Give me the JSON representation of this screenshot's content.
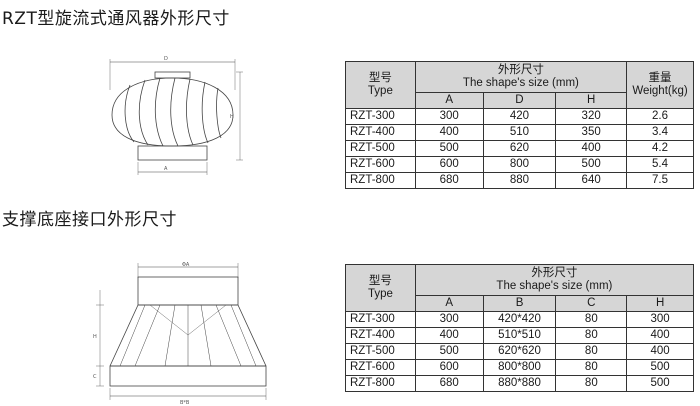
{
  "section1": {
    "title": "RZT型旋流式通风器外形尺寸",
    "table": {
      "type_label_cn": "型号",
      "type_label_en": "Type",
      "size_label_cn": "外形尺寸",
      "size_label_en": "The shape's size (mm)",
      "weight_label_cn": "重量",
      "weight_label_en": "Weight(kg)",
      "columns": [
        "A",
        "D",
        "H"
      ],
      "rows": [
        {
          "type": "RZT-300",
          "a": "300",
          "d": "420",
          "h": "320",
          "w": "2.6"
        },
        {
          "type": "RZT-400",
          "a": "400",
          "d": "510",
          "h": "350",
          "w": "3.4"
        },
        {
          "type": "RZT-500",
          "a": "500",
          "d": "620",
          "h": "400",
          "w": "4.2"
        },
        {
          "type": "RZT-600",
          "a": "600",
          "d": "800",
          "h": "500",
          "w": "5.4"
        },
        {
          "type": "RZT-800",
          "a": "680",
          "d": "880",
          "h": "640",
          "w": "7.5"
        }
      ]
    },
    "drawing_labels": {
      "d": "D",
      "h": "H",
      "a": "A"
    }
  },
  "section2": {
    "title": "支撑底座接口外形尺寸",
    "table": {
      "type_label_cn": "型号",
      "type_label_en": "Type",
      "size_label_cn": "外形尺寸",
      "size_label_en": "The shape's size (mm)",
      "columns": [
        "A",
        "B",
        "C",
        "H"
      ],
      "rows": [
        {
          "type": "RZT-300",
          "a": "300",
          "b": "420*420",
          "c": "80",
          "h": "300"
        },
        {
          "type": "RZT-400",
          "a": "400",
          "b": "510*510",
          "c": "80",
          "h": "400"
        },
        {
          "type": "RZT-500",
          "a": "500",
          "b": "620*620",
          "c": "80",
          "h": "400"
        },
        {
          "type": "RZT-600",
          "a": "600",
          "b": "800*800",
          "c": "80",
          "h": "500"
        },
        {
          "type": "RZT-800",
          "a": "680",
          "b": "880*880",
          "c": "80",
          "h": "500"
        }
      ]
    },
    "drawing_labels": {
      "top": "ΦA",
      "h": "H",
      "c": "C",
      "bottom": "B*B"
    }
  }
}
